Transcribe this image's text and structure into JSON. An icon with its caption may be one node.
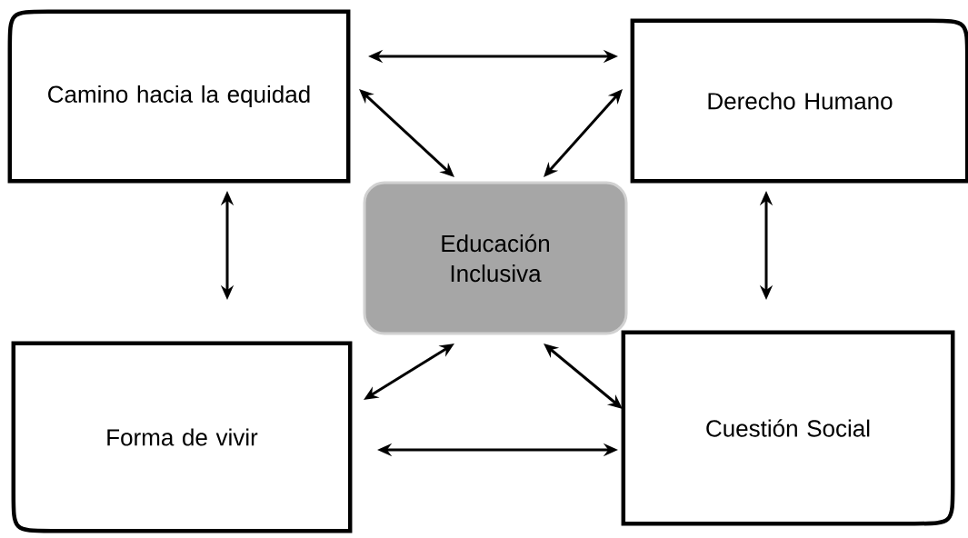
{
  "diagram": {
    "nodes": [
      {
        "text": [
          "Camino hacia la equidad"
        ]
      },
      {
        "text": [
          "Derecho Humano"
        ]
      },
      {
        "text": [
          "Educación Inclusiva"
        ]
      },
      {
        "text": [
          "Forma de vivir"
        ]
      },
      {
        "text": [
          "Cuestión Social"
        ]
      }
    ],
    "edges": [
      {
        "from": 0,
        "to": 1,
        "arrow": "both"
      },
      {
        "from": 0,
        "to": 2,
        "arrow": "both"
      },
      {
        "from": 1,
        "to": 2,
        "arrow": "both"
      },
      {
        "from": 0,
        "to": 3,
        "arrow": "both"
      },
      {
        "from": 1,
        "to": 4,
        "arrow": "both"
      },
      {
        "from": 2,
        "to": 3,
        "arrow": "both"
      },
      {
        "from": 2,
        "to": 4,
        "arrow": "both"
      },
      {
        "from": 3,
        "to": 4,
        "arrow": "both"
      }
    ]
  }
}
